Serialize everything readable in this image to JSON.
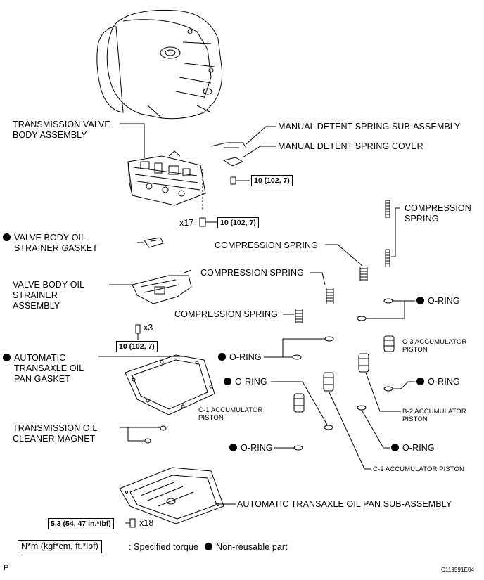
{
  "labels": {
    "valve_body": "TRANSMISSION VALVE\nBODY ASSEMBLY",
    "detent_spring": "MANUAL DETENT SPRING SUB-ASSEMBLY",
    "detent_cover": "MANUAL DETENT SPRING COVER",
    "compression_spring_right": "COMPRESSION\nSPRING",
    "strainer_gasket": "VALVE BODY OIL\nSTRAINER GASKET",
    "compression_spring_1": "COMPRESSION SPRING",
    "compression_spring_2": "COMPRESSION SPRING",
    "compression_spring_3": "COMPRESSION SPRING",
    "strainer_assembly": "VALVE BODY OIL\nSTRAINER\nASSEMBLY",
    "oring_right_top": "O-RING",
    "c3_piston": "C-3 ACCUMULATOR\nPISTON",
    "pan_gasket": "AUTOMATIC\nTRANSAXLE OIL\nPAN GASKET",
    "oring_mid_1": "O-RING",
    "oring_mid_2": "O-RING",
    "oring_right_mid": "O-RING",
    "c1_piston": "C-1 ACCUMULATOR\nPISTON",
    "b2_piston": "B-2 ACCUMULATOR\nPISTON",
    "cleaner_magnet": "TRANSMISSION OIL\nCLEANER MAGNET",
    "oring_low": "O-RING",
    "oring_right_low": "O-RING",
    "c2_piston": "C-2 ACCUMULATOR PISTON",
    "oil_pan": "AUTOMATIC TRANSAXLE OIL PAN SUB-ASSEMBLY"
  },
  "torques": {
    "detent_bolt": "10 (102, 7)",
    "valve_body_bolt": "10 (102, 7)",
    "strainer_bolt": "10 (102, 7)",
    "pan_bolt": "5.3 (54, 47 in.*lbf)"
  },
  "quantities": {
    "valve_body_bolts": "x17",
    "strainer_bolts": "x3",
    "pan_bolts": "x18"
  },
  "legend": {
    "torque_unit": "N*m (kgf*cm, ft.*lbf)",
    "torque_text": ": Specified torque",
    "nonreusable": "Non-reusable part"
  },
  "footer": {
    "left_code": "P",
    "right_code": "C119591E04"
  },
  "colors": {
    "ink": "#000000",
    "paper": "#ffffff"
  }
}
